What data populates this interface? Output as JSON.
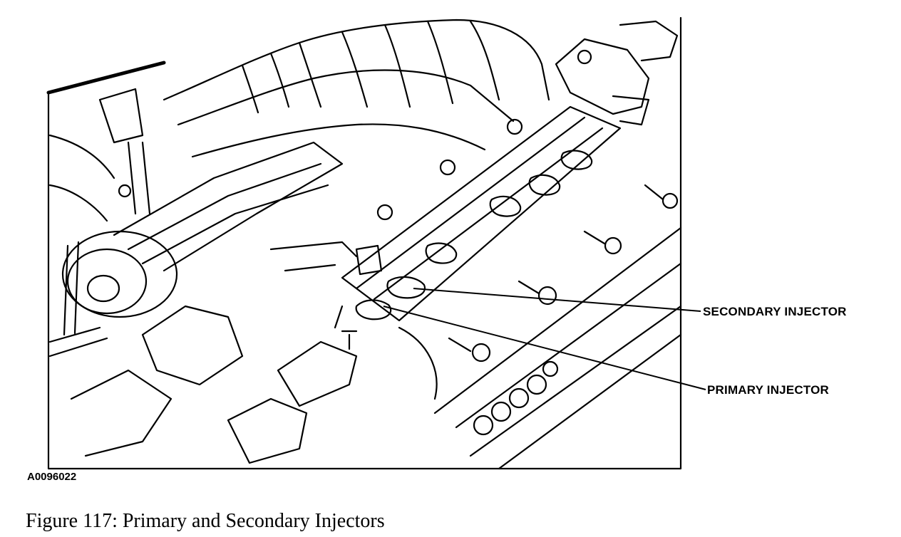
{
  "callouts": {
    "secondary": "SECONDARY INJECTOR",
    "primary": "PRIMARY INJECTOR"
  },
  "figure_code": "A0096022",
  "caption": "Figure 117: Primary and Secondary Injectors"
}
